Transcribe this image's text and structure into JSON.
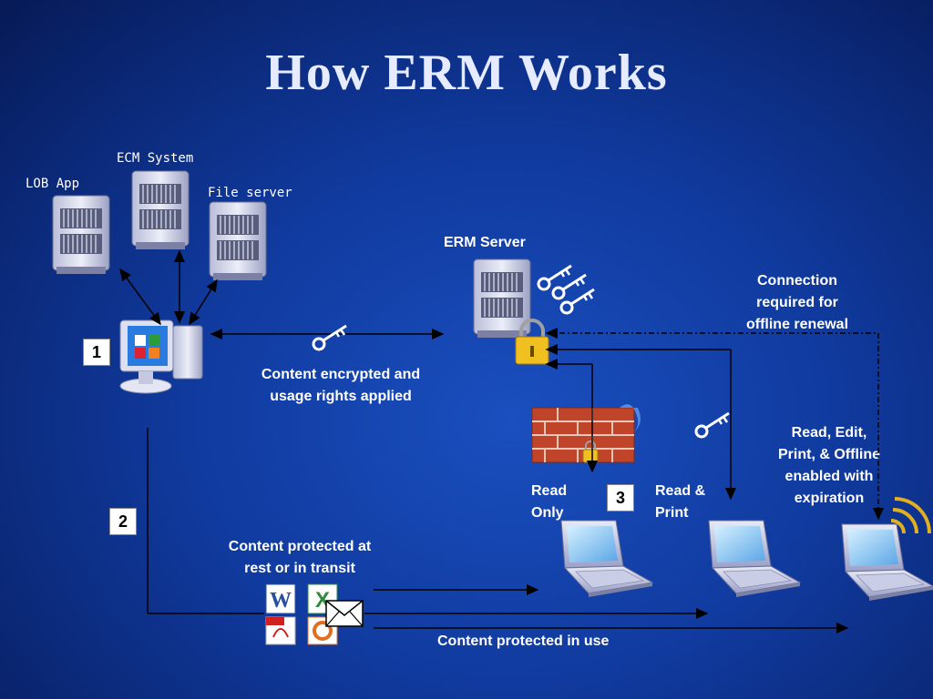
{
  "title": "How ERM Works",
  "sources": {
    "lob_app": "LOB App",
    "ecm_system": "ECM System",
    "file_server": "File server"
  },
  "erm_server": "ERM Server",
  "connection_note": [
    "Connection",
    "required for",
    "offline renewal"
  ],
  "encrypted_note": [
    "Content encrypted and",
    "usage rights applied"
  ],
  "rest_note": [
    "Content protected at",
    "rest or in transit"
  ],
  "use_note": "Content protected in use",
  "clients": {
    "read_only": [
      "Read",
      "Only"
    ],
    "read_print": [
      "Read &",
      "Print"
    ],
    "full": [
      "Read, Edit,",
      "Print, & Offline",
      "enabled with",
      "expiration"
    ]
  },
  "steps": [
    "1",
    "2",
    "3"
  ],
  "colors": {
    "background": "#103a9e",
    "key": "#ffffff",
    "lock": "#f0c020",
    "firewall": "#c0442a"
  }
}
